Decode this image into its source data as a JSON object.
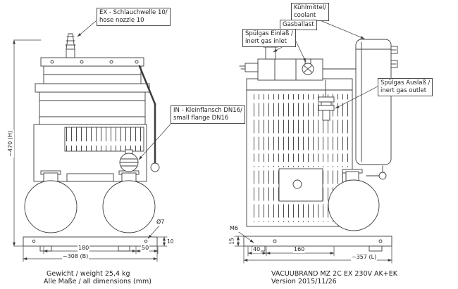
{
  "callouts": {
    "ex_hose": {
      "line1": "EX - Schlauchwelle 10/",
      "line2": "hose nozzle 10"
    },
    "coolant": {
      "line1": "Kühlmittel/",
      "line2": "coolant"
    },
    "gasballast": {
      "line1": "Gasballast"
    },
    "inert_gas_inlet": {
      "line1": "Spülgas Einlaß /",
      "line2": "inert gas inlet"
    },
    "inert_gas_outlet": {
      "line1": "Spülgas Auslaß /",
      "line2": "inert gas outlet"
    },
    "in_flange": {
      "line1": "IN - Kleinflansch DN16/",
      "line2": "small flange DN16"
    }
  },
  "dimensions": {
    "height": "~470 (H)",
    "width_b": "~308 (B)",
    "d180": "180",
    "d50": "50",
    "d10": "10",
    "dia7": "Ø7",
    "m6": "M6",
    "d15": "15",
    "d40": "40",
    "d160": "160",
    "length_l": "~357 (L)"
  },
  "footer": {
    "weight": "Gewicht / weight 25,4 kg",
    "dims_note": "Alle Maße / all dimensions (mm)",
    "model": "VACUUBRAND MZ 2C EX 230V AK+EK",
    "version": "Version 2015/11/26"
  },
  "colors": {
    "line": "#3c3c3c",
    "background": "#ffffff"
  }
}
